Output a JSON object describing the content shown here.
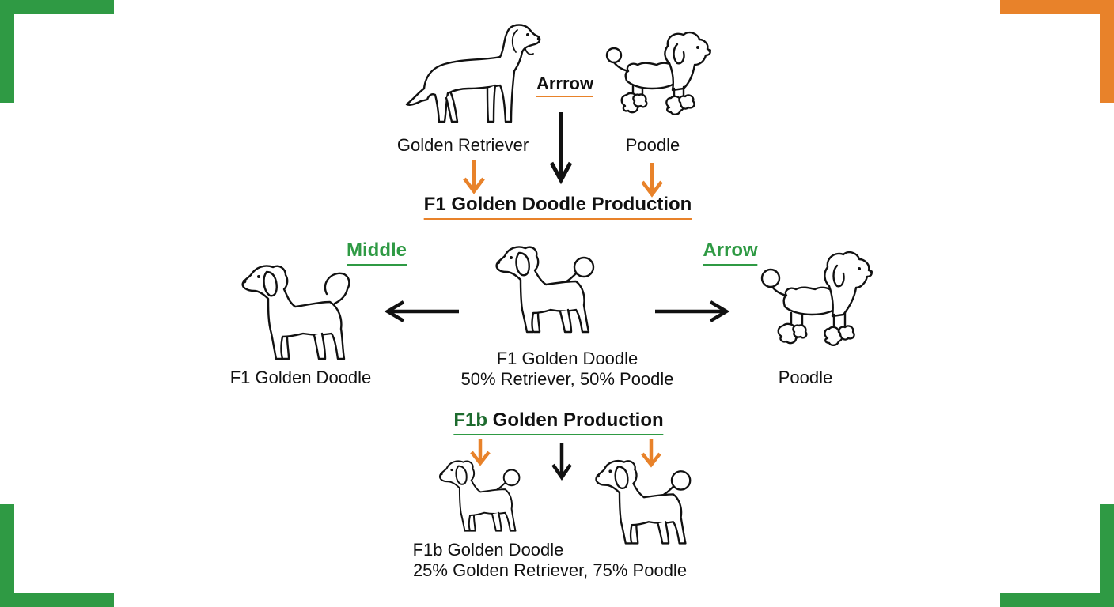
{
  "colors": {
    "accent_orange": "#e8822a",
    "accent_green": "#2f9a44",
    "dark_green": "#1d6b2e",
    "ink": "#111111",
    "background": "#ffffff"
  },
  "labels": {
    "golden_retriever": "Golden Retriever",
    "poodle_top": "Poodle",
    "arrow_top": "Arrrow",
    "f1_production": "F1 Golden Doodle Production",
    "middle": "Middle",
    "arrow_right": "Arrow",
    "f1_left": "F1 Golden Doodle",
    "f1_center_line1": "F1 Golden Doodle",
    "f1_center_line2": "50% Retriever, 50% Poodle",
    "poodle_right": "Poodle",
    "f1b_prefix": "F1b",
    "f1b_production_rest": " Golden Production",
    "f1b_line1": "F1b Golden Doodle",
    "f1b_line2": "25% Golden Retriever, 75% Poodle"
  },
  "icons": [
    "golden-retriever-dog-icon",
    "poodle-dog-icon",
    "doodle-dog-icon",
    "arrow-down-icon",
    "arrow-left-icon",
    "arrow-right-icon"
  ]
}
